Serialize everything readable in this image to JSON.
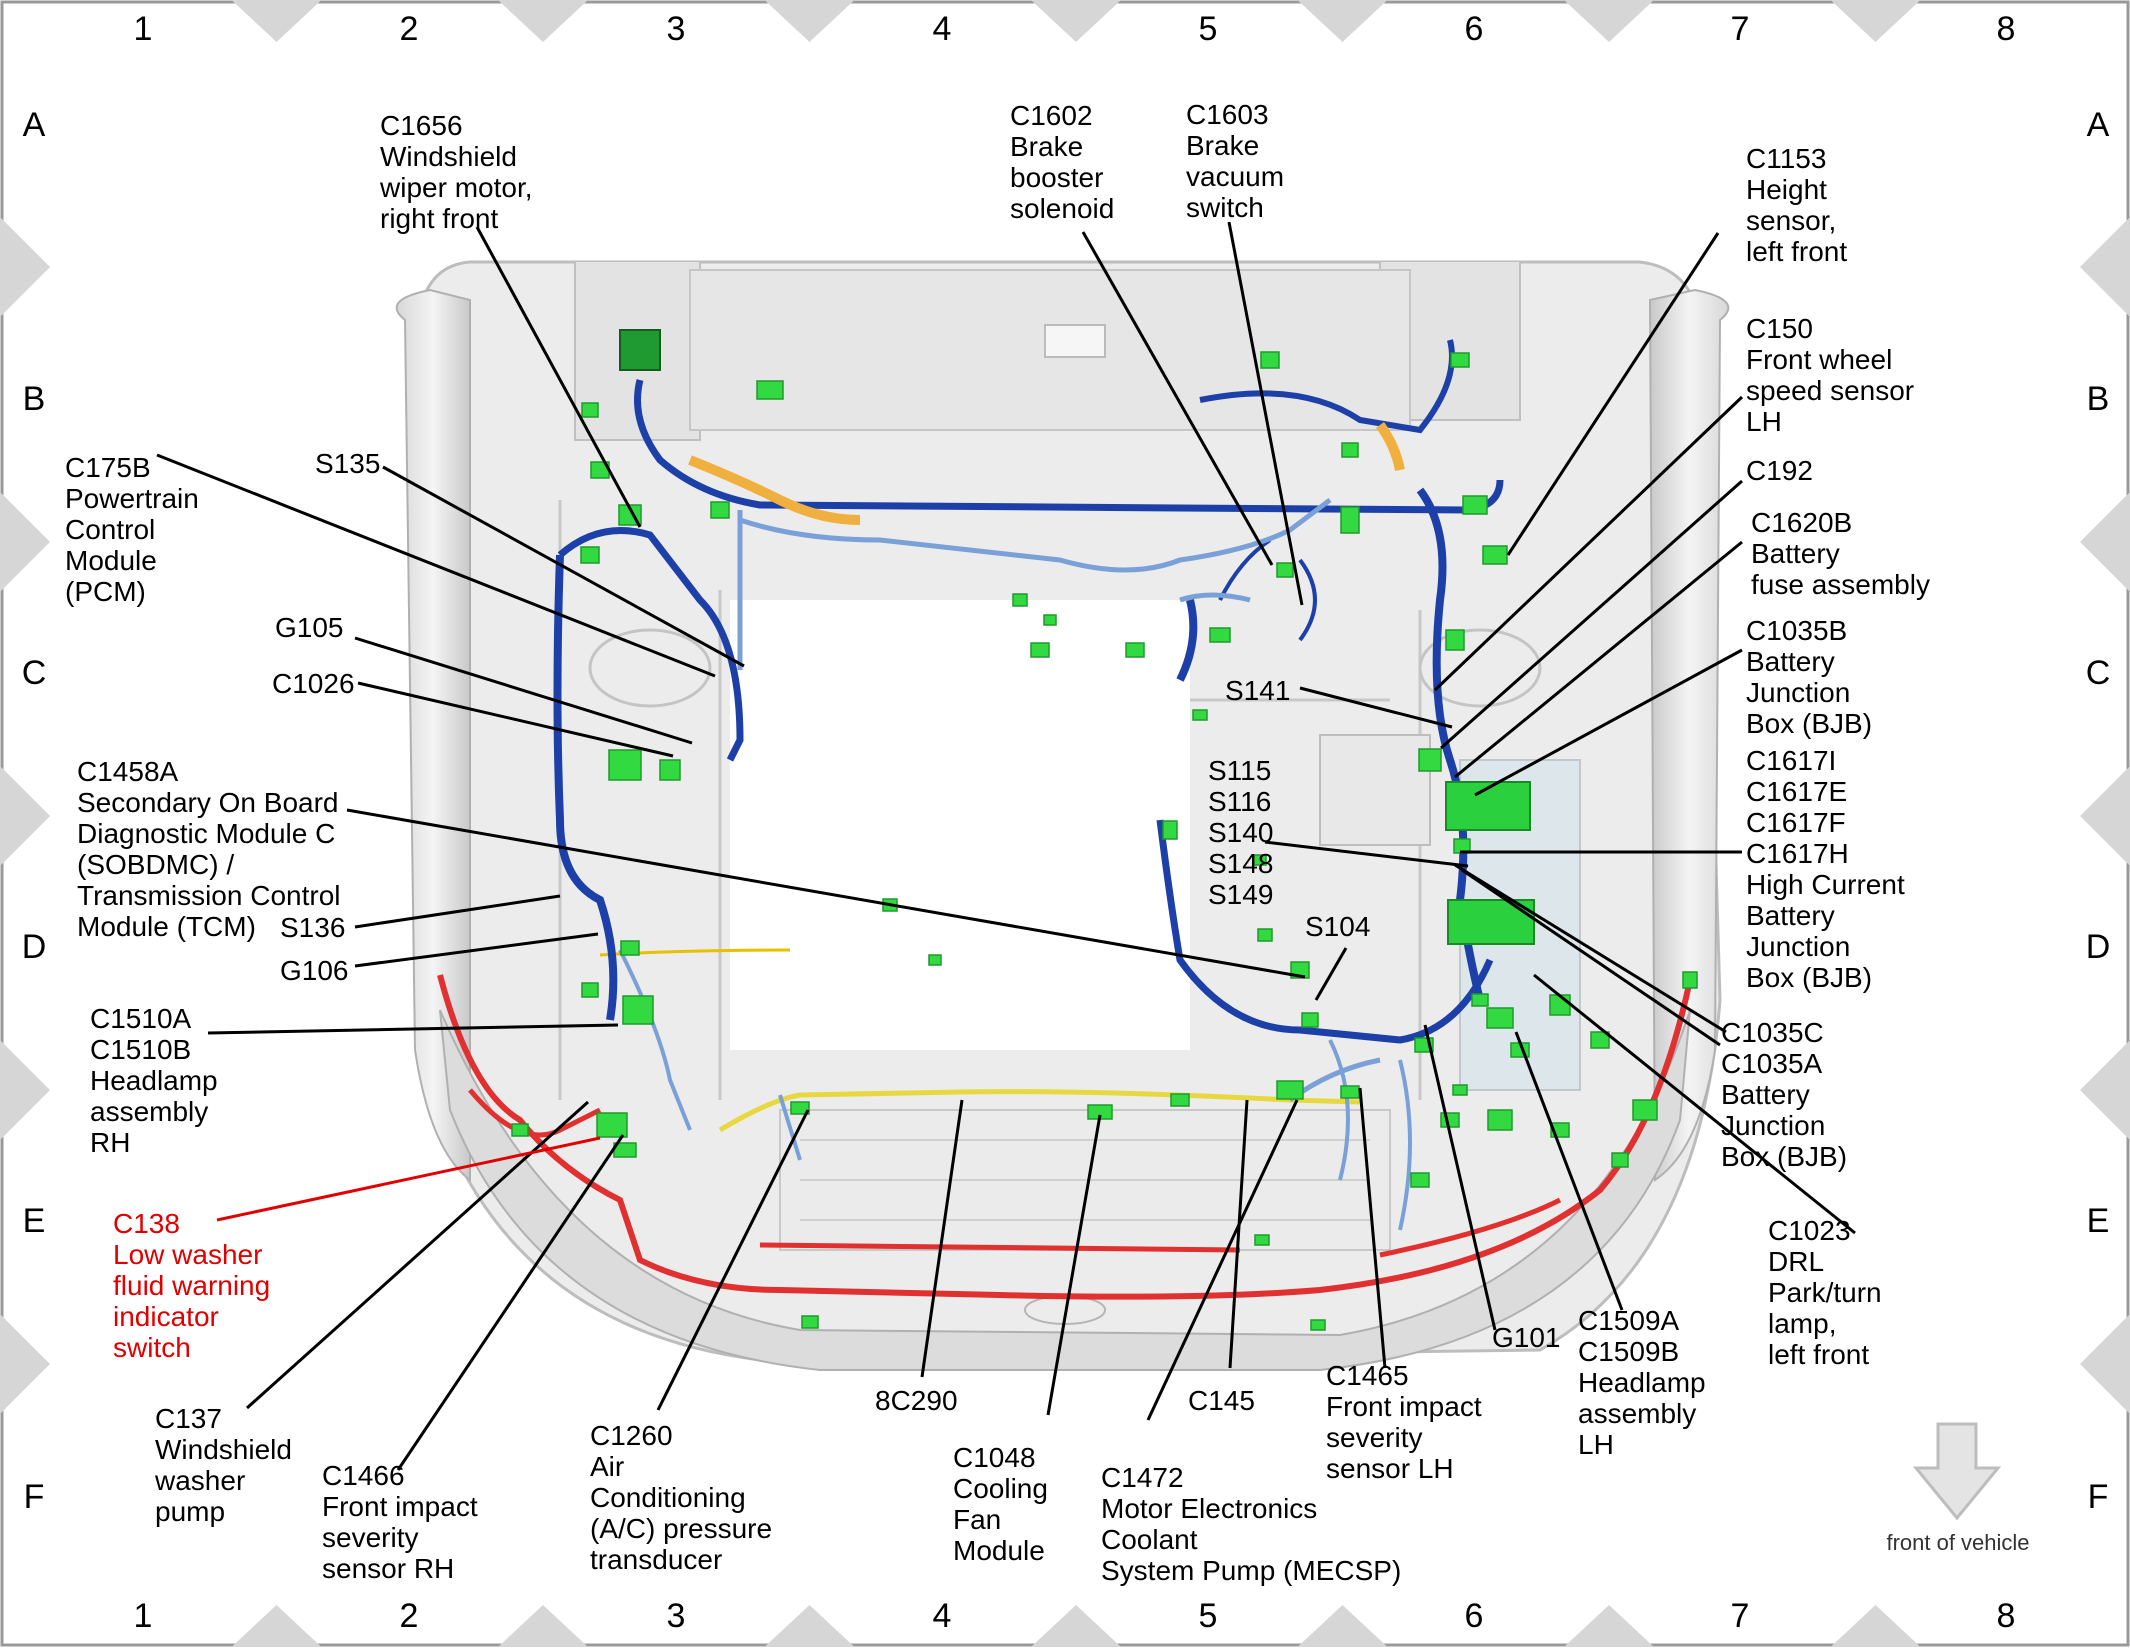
{
  "grid": {
    "columns": [
      "1",
      "2",
      "3",
      "4",
      "5",
      "6",
      "7",
      "8"
    ],
    "rows": [
      "A",
      "B",
      "C",
      "D",
      "E",
      "F"
    ]
  },
  "labels": {
    "c1656": [
      "C1656",
      "Windshield",
      "wiper motor,",
      "right front"
    ],
    "c1602": [
      "C1602",
      "Brake",
      "booster",
      "solenoid"
    ],
    "c1603": [
      "C1603",
      "Brake",
      "vacuum",
      "switch"
    ],
    "c1153": [
      "C1153",
      "Height",
      "sensor,",
      "left front"
    ],
    "c150": [
      "C150",
      "Front wheel",
      "speed sensor",
      "LH"
    ],
    "c192": [
      "C192"
    ],
    "c1620b": [
      "C1620B",
      "Battery",
      "fuse assembly"
    ],
    "c1035b": [
      "C1035B",
      "Battery",
      "Junction",
      "Box (BJB)"
    ],
    "c1617": [
      "C1617I",
      "C1617E",
      "C1617F",
      "C1617H",
      "High Current",
      "Battery",
      "Junction",
      "Box (BJB)"
    ],
    "c1035c": [
      "C1035C",
      "C1035A",
      "Battery",
      "Junction",
      "Box (BJB)"
    ],
    "c1023": [
      "C1023",
      "DRL",
      "Park/turn",
      "lamp,",
      "left front"
    ],
    "c1509": [
      "C1509A",
      "C1509B",
      "Headlamp",
      "assembly",
      "LH"
    ],
    "g101": [
      "G101"
    ],
    "c1465": [
      "C1465",
      "Front impact",
      "severity",
      "sensor LH"
    ],
    "c145": [
      "C145"
    ],
    "c1472": [
      "C1472",
      "Motor Electronics",
      "Coolant",
      "System Pump (MECSP)"
    ],
    "c1048": [
      "C1048",
      "Cooling",
      "Fan",
      "Module"
    ],
    "c8c290": [
      "8C290"
    ],
    "c1260": [
      "C1260",
      "Air",
      "Conditioning",
      "(A/C) pressure",
      "transducer"
    ],
    "c1466": [
      "C1466",
      "Front impact",
      "severity",
      "sensor RH"
    ],
    "c137": [
      "C137",
      "Windshield",
      "washer",
      "pump"
    ],
    "c138": [
      "C138",
      "Low washer",
      "fluid warning",
      "indicator",
      "switch"
    ],
    "c1510": [
      "C1510A",
      "C1510B",
      "Headlamp",
      "assembly",
      "RH"
    ],
    "g106": [
      "G106"
    ],
    "s136": [
      "S136"
    ],
    "c1458a": [
      "C1458A",
      "Secondary On Board",
      "Diagnostic Module C",
      "(SOBDMC) /",
      "Transmission Control",
      "Module (TCM)"
    ],
    "c1026": [
      "C1026"
    ],
    "g105": [
      "G105"
    ],
    "c175b": [
      "C175B",
      "Powertrain",
      "Control",
      "Module",
      "(PCM)"
    ],
    "s135": [
      "S135"
    ],
    "s141": [
      "S141"
    ],
    "s115": [
      "S115",
      "S116",
      "S140",
      "S148",
      "S149"
    ],
    "s104": [
      "S104"
    ]
  },
  "front_of_vehicle": "front of vehicle"
}
